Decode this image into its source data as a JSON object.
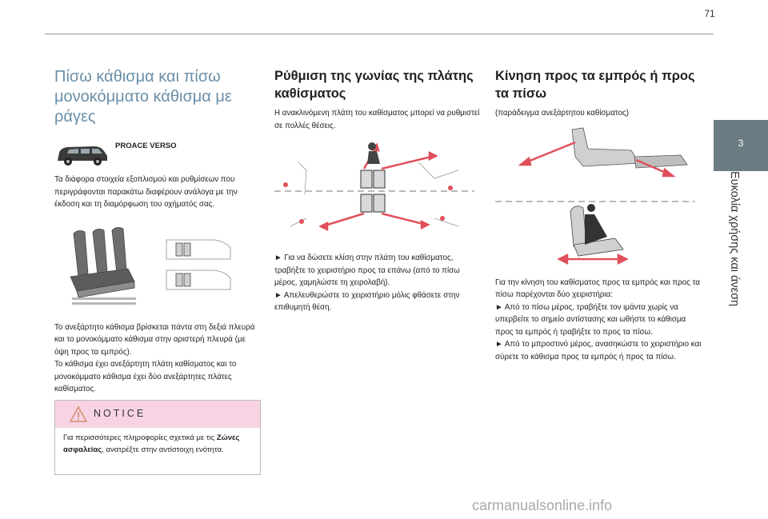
{
  "page": {
    "number": "71"
  },
  "sidebar": {
    "chapter_number": "3",
    "chapter_title": "Ευκολία χρήσης και άνεση"
  },
  "col1": {
    "heading": "Πίσω κάθισμα και πίσω μονοκόμματο κάθισμα με ράγες",
    "model_label": "PROACE VERSO",
    "intro": "Τα διάφορα στοιχεία εξοπλισμού και ρυθμίσεων που περιγράφονται παρακάτω διαφέρουν ανάλογα με την έκδοση και τη διαμόρφωση του οχήματός σας.",
    "body": [
      "Το ανεξάρτητο κάθισμα βρίσκεται πάντα στη δεξιά πλευρά και το μονοκόμματο κάθισμα στην αριστερή πλευρά (με όψη προς τα εμπρός).",
      "Το κάθισμα έχει ανεξάρτητη πλάτη καθίσματος και το μονοκόμματο κάθισμα έχει δύο ανεξάρτητες πλάτες καθίσματος."
    ]
  },
  "notice": {
    "title": "NOTICE",
    "text_before": "Για περισσότερες πληροφορίες σχετικά με τις ",
    "text_bold": "Ζώνες ασφαλείας",
    "text_after": ", ανατρέξτε στην αντίστοιχη ενότητα."
  },
  "col2": {
    "heading": "Ρύθμιση της γωνίας της πλάτης καθίσματος",
    "intro": "Η ανακλινόμενη πλάτη του καθίσματος μπορεί να ρυθμιστεί σε πολλές θέσεις.",
    "steps": [
      "► Για να δώσετε κλίση στην πλάτη του καθίσματος, τραβήξτε το χειριστήριο προς τα επάνω (από το πίσω μέρος, χαμηλώστε τη χειρολαβή).",
      "► Απελευθερώστε το χειριστήριο μόλις φθάσετε στην επιθυμητή θέση."
    ]
  },
  "col3": {
    "heading": "Κίνηση προς τα εμπρός ή προς τα πίσω",
    "subtitle": "(παράδειγμα ανεξάρτητου καθίσματος)",
    "intro": "Για την κίνηση του καθίσματος προς τα εμπρός και προς τα πίσω παρέχονται δύο χειριστήρια:",
    "steps": [
      "► Από το πίσω μέρος, τραβήξτε τον ιμάντα χωρίς να υπερβείτε το σημείο αντίστασης και ωθήστε το κάθισμα προς τα εμπρός ή τραβήξτε το προς τα πίσω.",
      "► Από το μπροστινό μέρος, ανασηκώστε το χειριστήριο και σύρετε το κάθισμα προς τα εμπρός ή προς τα πίσω."
    ]
  },
  "watermark": "carmanualsonline.info",
  "colors": {
    "accent_blue": "#6a8fa8",
    "tab_gray": "#6b7c83",
    "notice_pink": "#f7d3e3",
    "arrow_red": "#e0505a"
  },
  "icons": [
    "van-icon",
    "warning-triangle-icon"
  ]
}
